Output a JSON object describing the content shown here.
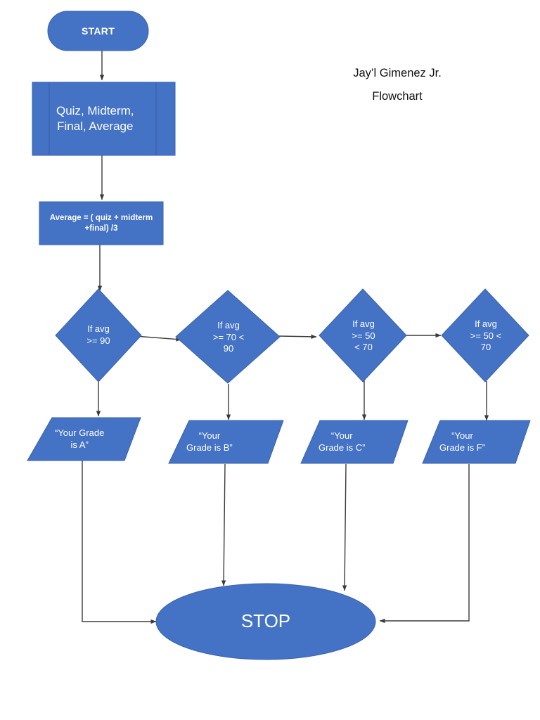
{
  "document": {
    "kind": "flowchart",
    "background_color": "#FFFFFF",
    "shape_fill_color": "#4472C4",
    "shape_text_color": "#FFFFFF",
    "connector_color": "#3B3B3B"
  },
  "title": {
    "author": "Jay’l Gimenez Jr.",
    "subtitle": "Flowchart"
  },
  "nodes": {
    "start": {
      "label": "START",
      "shape": "terminator"
    },
    "input": {
      "label": "Quiz, Midterm,\nFinal, Average",
      "shape": "predefined-process"
    },
    "process": {
      "label": "Average = ( quiz + midterm\n+final) /3",
      "shape": "process"
    },
    "decision_a": {
      "label": "If  avg\n>= 90",
      "shape": "decision"
    },
    "decision_b": {
      "label": "If  avg\n>= 70 <\n90",
      "shape": "decision"
    },
    "decision_c": {
      "label": "If avg\n>= 50\n< 70",
      "shape": "decision"
    },
    "decision_f": {
      "label": "If avg\n>= 50 <\n70",
      "shape": "decision"
    },
    "output_a": {
      "label": "“Your Grade\nis A”",
      "shape": "data"
    },
    "output_b": {
      "label": "“Your\nGrade is B”",
      "shape": "data"
    },
    "output_c": {
      "label": "“Your\nGrade is C”",
      "shape": "data"
    },
    "output_f": {
      "label": "“Your\nGrade is F”",
      "shape": "data"
    },
    "stop": {
      "label": "STOP",
      "shape": "terminator-ellipse"
    }
  },
  "edges": [
    {
      "from": "start",
      "to": "input"
    },
    {
      "from": "input",
      "to": "process"
    },
    {
      "from": "process",
      "to": "decision_a"
    },
    {
      "from": "decision_a",
      "to": "decision_b"
    },
    {
      "from": "decision_b",
      "to": "decision_c"
    },
    {
      "from": "decision_c",
      "to": "decision_f"
    },
    {
      "from": "decision_a",
      "to": "output_a"
    },
    {
      "from": "decision_b",
      "to": "output_b"
    },
    {
      "from": "decision_c",
      "to": "output_c"
    },
    {
      "from": "decision_f",
      "to": "output_f"
    },
    {
      "from": "output_a",
      "to": "stop"
    },
    {
      "from": "output_b",
      "to": "stop"
    },
    {
      "from": "output_c",
      "to": "stop"
    },
    {
      "from": "output_f",
      "to": "stop"
    }
  ]
}
